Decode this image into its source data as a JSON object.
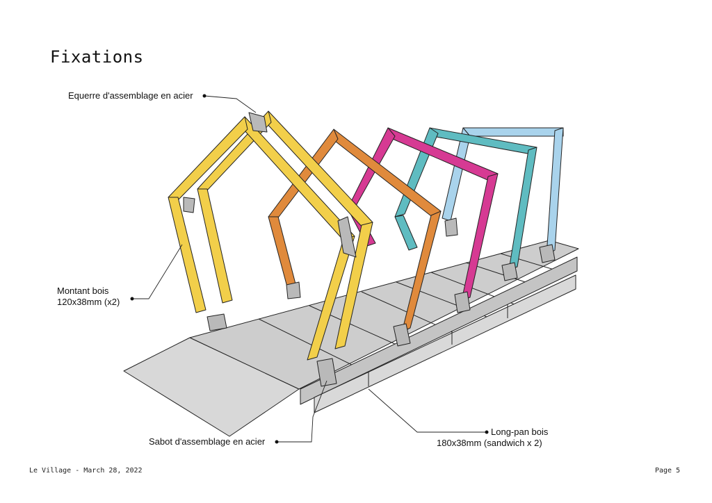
{
  "page": {
    "title": "Fixations",
    "footer_left": "Le Village - March 28, 2022",
    "footer_right": "Page 5"
  },
  "callouts": {
    "bracket": "Equerre d'assemblage en acier",
    "post_line1": "Montant bois",
    "post_line2": "120x38mm (x2)",
    "shoe": "Sabot d'assemblage en acier",
    "beam_line1": "Long-pan bois",
    "beam_line2": "180x38mm (sandwich x 2)"
  },
  "colors": {
    "frame_1": "#f2cf4a",
    "frame_2": "#e08a3c",
    "frame_3": "#d63a93",
    "frame_4": "#5fbcc1",
    "frame_5": "#a9d3ec",
    "deck": "#cfcfcf",
    "steel": "#b9b9b9"
  }
}
